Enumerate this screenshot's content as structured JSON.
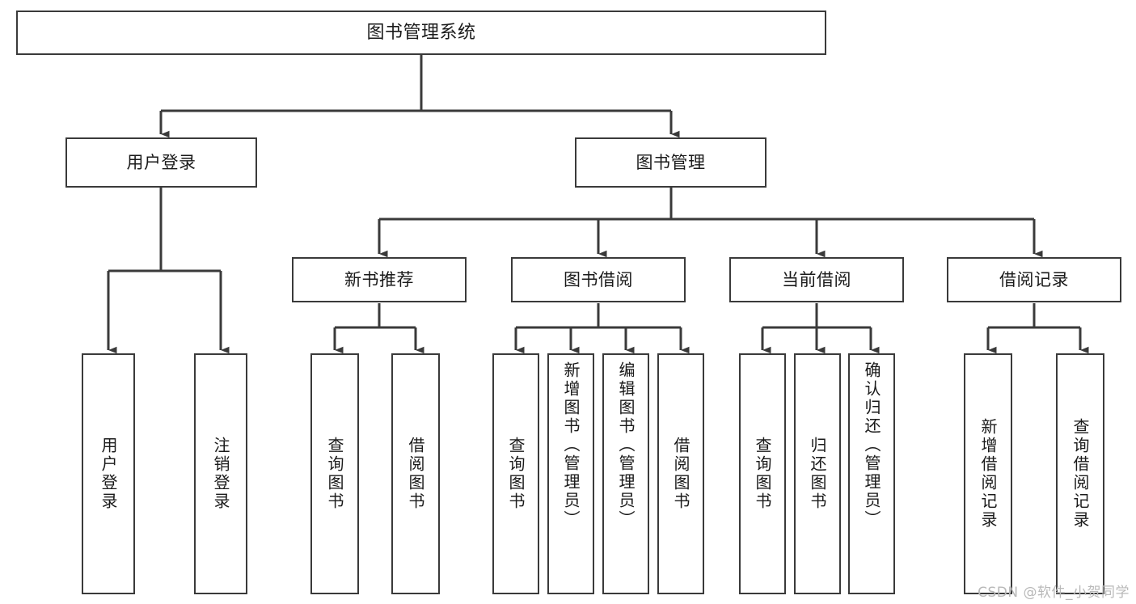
{
  "diagram": {
    "type": "tree",
    "title": "图书管理系统",
    "orientation": "top-down",
    "colors": {
      "box_border": "#3a3a3a",
      "box_fill": "#ffffff",
      "connector": "#3a3a3a",
      "text": "#1a1a1a",
      "watermark": "#b9b9b9",
      "background": "#ffffff"
    },
    "root": {
      "label": "图书管理系统",
      "name": "node-root-system"
    },
    "level1": [
      {
        "label": "用户登录",
        "name": "node-user-login"
      },
      {
        "label": "图书管理",
        "name": "node-book-management"
      }
    ],
    "level2": [
      {
        "label": "新书推荐",
        "name": "node-new-book-recommend"
      },
      {
        "label": "图书借阅",
        "name": "node-book-borrow"
      },
      {
        "label": "当前借阅",
        "name": "node-current-borrow"
      },
      {
        "label": "借阅记录",
        "name": "node-borrow-record"
      }
    ],
    "leaves": {
      "user_login": [
        {
          "label": "用户登录",
          "name": "leaf-user-login"
        },
        {
          "label": "注销登录",
          "name": "leaf-logout"
        }
      ],
      "new_book_recommend": [
        {
          "label": "查询图书",
          "name": "leaf-query-book-recommend"
        },
        {
          "label": "借阅图书",
          "name": "leaf-borrow-book-recommend"
        }
      ],
      "book_borrow": [
        {
          "label": "查询图书",
          "name": "leaf-query-book-borrow"
        },
        {
          "label": "新增图书（管理员）",
          "name": "leaf-add-book-admin"
        },
        {
          "label": "编辑图书（管理员）",
          "name": "leaf-edit-book-admin"
        },
        {
          "label": "借阅图书",
          "name": "leaf-borrow-book"
        }
      ],
      "current_borrow": [
        {
          "label": "查询图书",
          "name": "leaf-query-book-current"
        },
        {
          "label": "归还图书",
          "name": "leaf-return-book"
        },
        {
          "label": "确认归还（管理员）",
          "name": "leaf-confirm-return-admin"
        }
      ],
      "borrow_record": [
        {
          "label": "新增借阅记录",
          "name": "leaf-add-borrow-record"
        },
        {
          "label": "查询借阅记录",
          "name": "leaf-query-borrow-record"
        }
      ]
    }
  },
  "watermark": {
    "text": "CSDN @软件_小贺同学"
  }
}
